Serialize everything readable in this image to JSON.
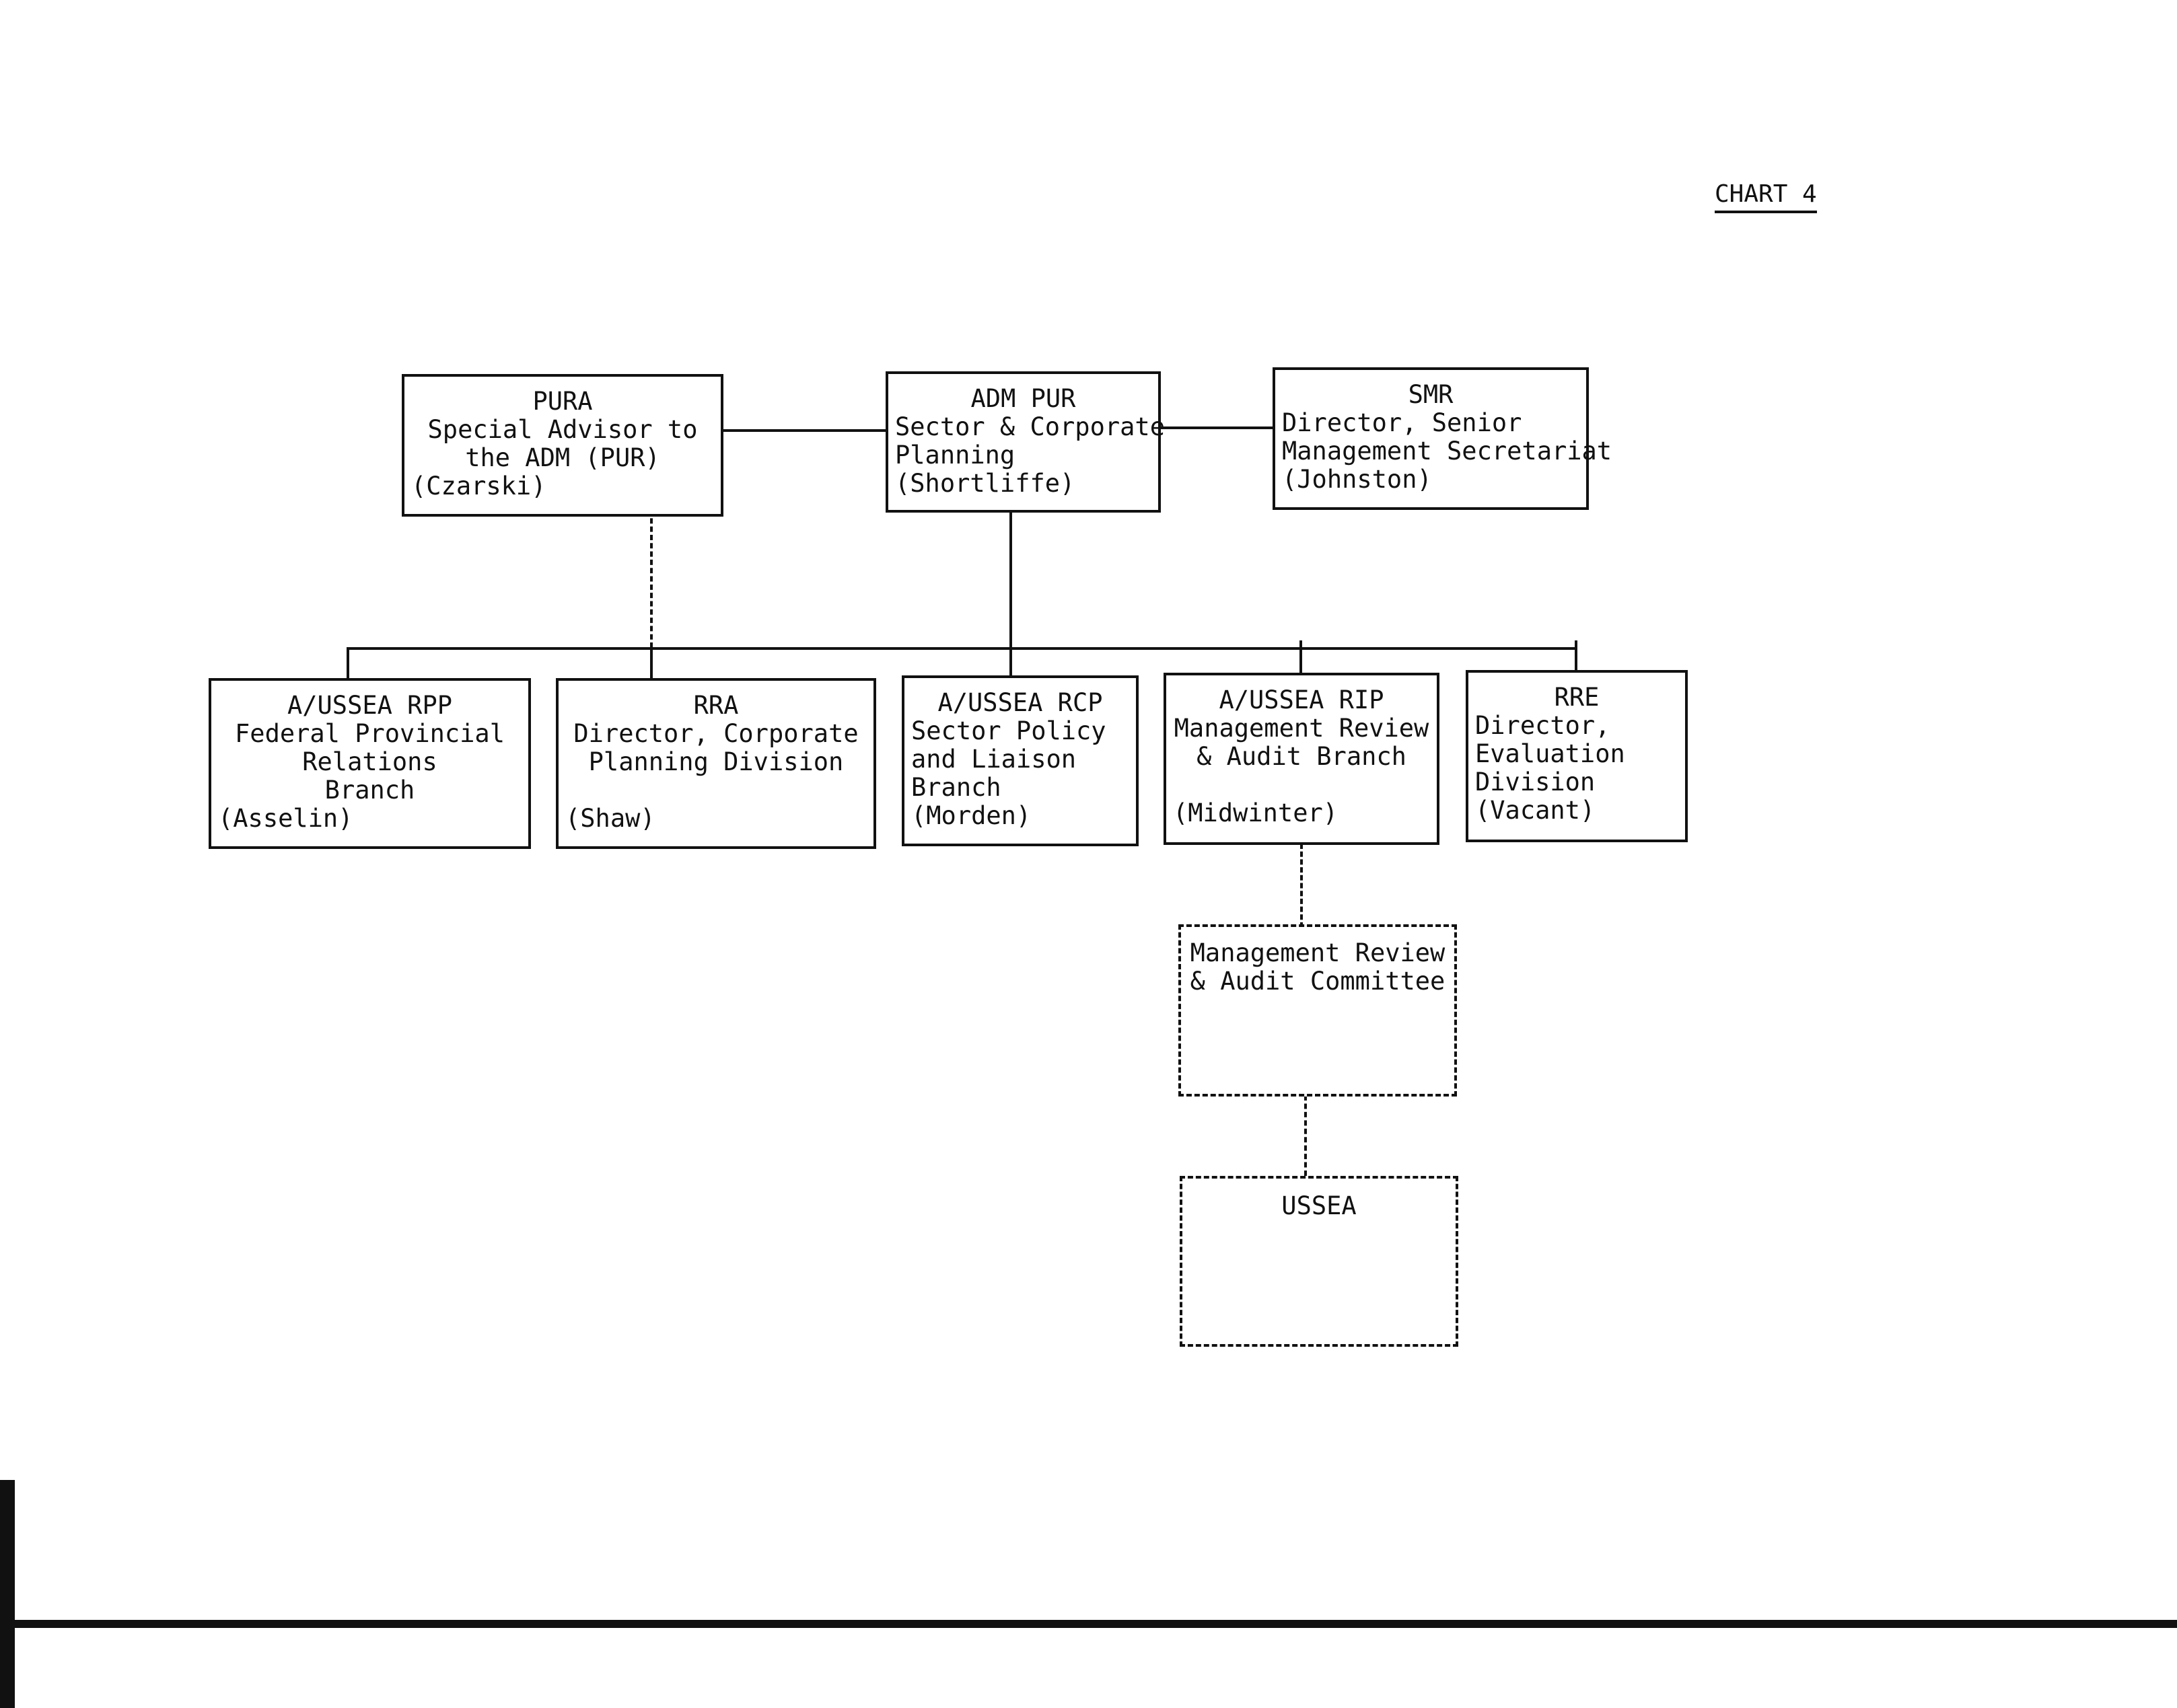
{
  "chart_label": "CHART 4",
  "top": {
    "pura": [
      "PURA",
      "Special Advisor to",
      "the ADM (PUR)",
      "(Czarski)"
    ],
    "adm_pur": [
      "ADM PUR",
      "Sector & Corporate",
      "Planning",
      "(Shortliffe)"
    ],
    "smr": [
      "SMR",
      "Director, Senior",
      "Management Secretariat",
      "(Johnston)"
    ]
  },
  "branches": {
    "rpp": [
      "A/USSEA RPP",
      "Federal Provincial",
      "Relations",
      "Branch",
      "(Asselin)"
    ],
    "rra": [
      "RRA",
      "Director, Corporate",
      "Planning Division",
      "",
      "(Shaw)"
    ],
    "rcp": [
      "A/USSEA RCP",
      "Sector Policy",
      "and Liaison",
      "Branch",
      "(Morden)"
    ],
    "rip": [
      "A/USSEA RIP",
      "Management Review",
      "& Audit Branch",
      "",
      "(Midwinter)"
    ],
    "rre": [
      "RRE",
      "Director,",
      "Evaluation",
      "Division",
      "(Vacant)"
    ]
  },
  "committee": [
    "Management Review",
    "& Audit Committee"
  ],
  "ussea": [
    "USSEA"
  ]
}
